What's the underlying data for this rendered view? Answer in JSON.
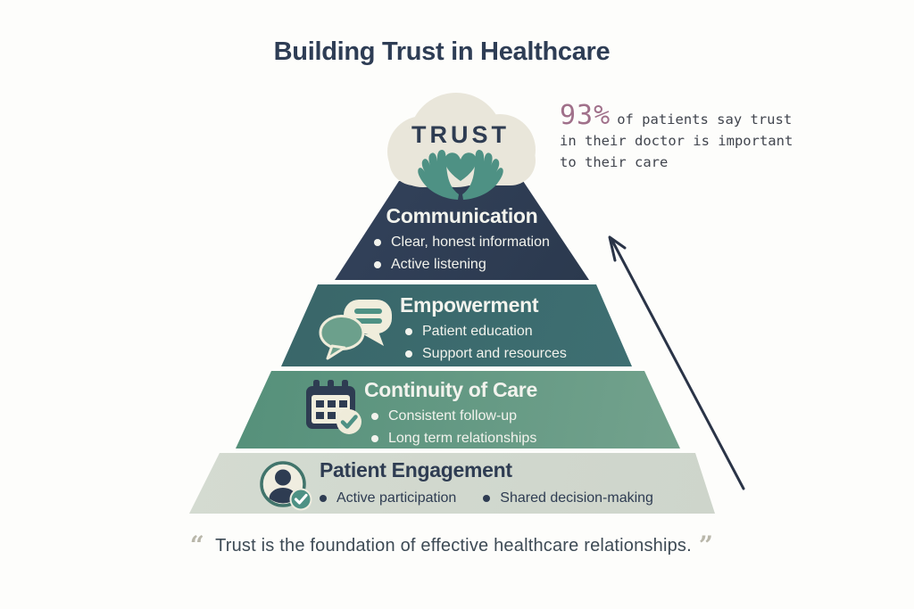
{
  "title": "Building Trust in Healthcare",
  "peak": {
    "label": "TRUST",
    "icon": "hands-holding-heart-icon"
  },
  "levels": [
    {
      "name": "Communication",
      "icon": null,
      "bullets": [
        "Clear, honest information",
        "Active listening"
      ]
    },
    {
      "name": "Empowerment",
      "icon": "chat-bubbles-icon",
      "bullets": [
        "Patient education",
        "Support and resources"
      ]
    },
    {
      "name": "Continuity of Care",
      "icon": "calendar-check-icon",
      "bullets": [
        "Consistent follow-up",
        "Long term relationships"
      ]
    },
    {
      "name": "Patient Engagement",
      "icon": "person-check-icon",
      "bullets": [
        "Active participation",
        "Shared decision-making"
      ]
    }
  ],
  "stat": {
    "value": "93%",
    "line1": "of patients say trust",
    "line2": "in their doctor is important",
    "line3": "to their care"
  },
  "quote": {
    "open": "“",
    "text": "Trust is the foundation of effective healthcare relationships.",
    "close": "”"
  },
  "colors": {
    "title": "#2E3D55",
    "level_communication": "#2E3C52",
    "level_empowerment": "#3C6B6E",
    "level_continuity": "#5F977F",
    "level_engagement": "#D3DACF",
    "accent_teal": "#4E9184",
    "cloud": "#E9E6DA",
    "stat_value": "#A0708A",
    "stat_text": "#41454E",
    "arrow": "#2A3447",
    "quote_text": "#3D4A55"
  }
}
